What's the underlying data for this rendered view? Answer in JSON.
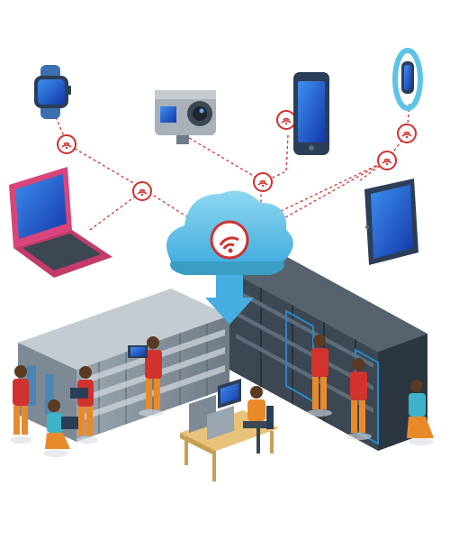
{
  "scene": {
    "description_visible_text": "",
    "devices": [
      "smartwatch",
      "action-camera",
      "smartphone",
      "fitness-band",
      "laptop",
      "tablet"
    ],
    "colors": {
      "cloud": "#5ec4e6",
      "cloud_dark": "#3a9dc4",
      "wifi_red": "#d0312d",
      "rack_gray": "#7d8a96",
      "rack_dark": "#3b4752",
      "rack_blue": "#2a86c8",
      "laptop_pink": "#d9457a",
      "screen_blue": "#1e64c8",
      "worker_orange": "#e98a2a",
      "worker_red": "#d2322d",
      "worker_teal": "#3cb3c9"
    }
  }
}
